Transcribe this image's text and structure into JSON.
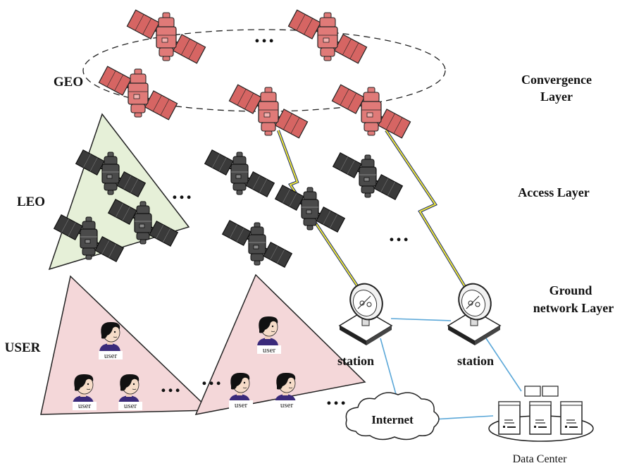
{
  "labels": {
    "geo": "GEO",
    "leo": "LEO",
    "user": "USER",
    "convergence_line1": "Convergence",
    "convergence_line2": "Layer",
    "access": "Access Layer",
    "ground_line1": "Ground",
    "ground_line2": "network Layer",
    "station": "station",
    "internet": "Internet",
    "data_center": "Data Center",
    "user_tag": "user",
    "ellipsis": "…"
  },
  "colors": {
    "geo_body": "#e07a78",
    "geo_panel": "#d66563",
    "leo_body": "#4a4a4a",
    "leo_panel": "#3a3a3a",
    "leo_region": "#e6f0d8",
    "user_region": "#f4d7d9",
    "link_blue": "#5aa7d8",
    "feeder_yellow": "#f2e93a",
    "feeder_navy": "#1f2f6b"
  },
  "icons": {
    "geo_satellite": "satellite-icon",
    "leo_satellite": "satellite-icon",
    "ground_station": "satellite-dish-icon",
    "user": "user-avatar-icon",
    "cloud": "cloud-icon",
    "servers": "server-icon"
  }
}
